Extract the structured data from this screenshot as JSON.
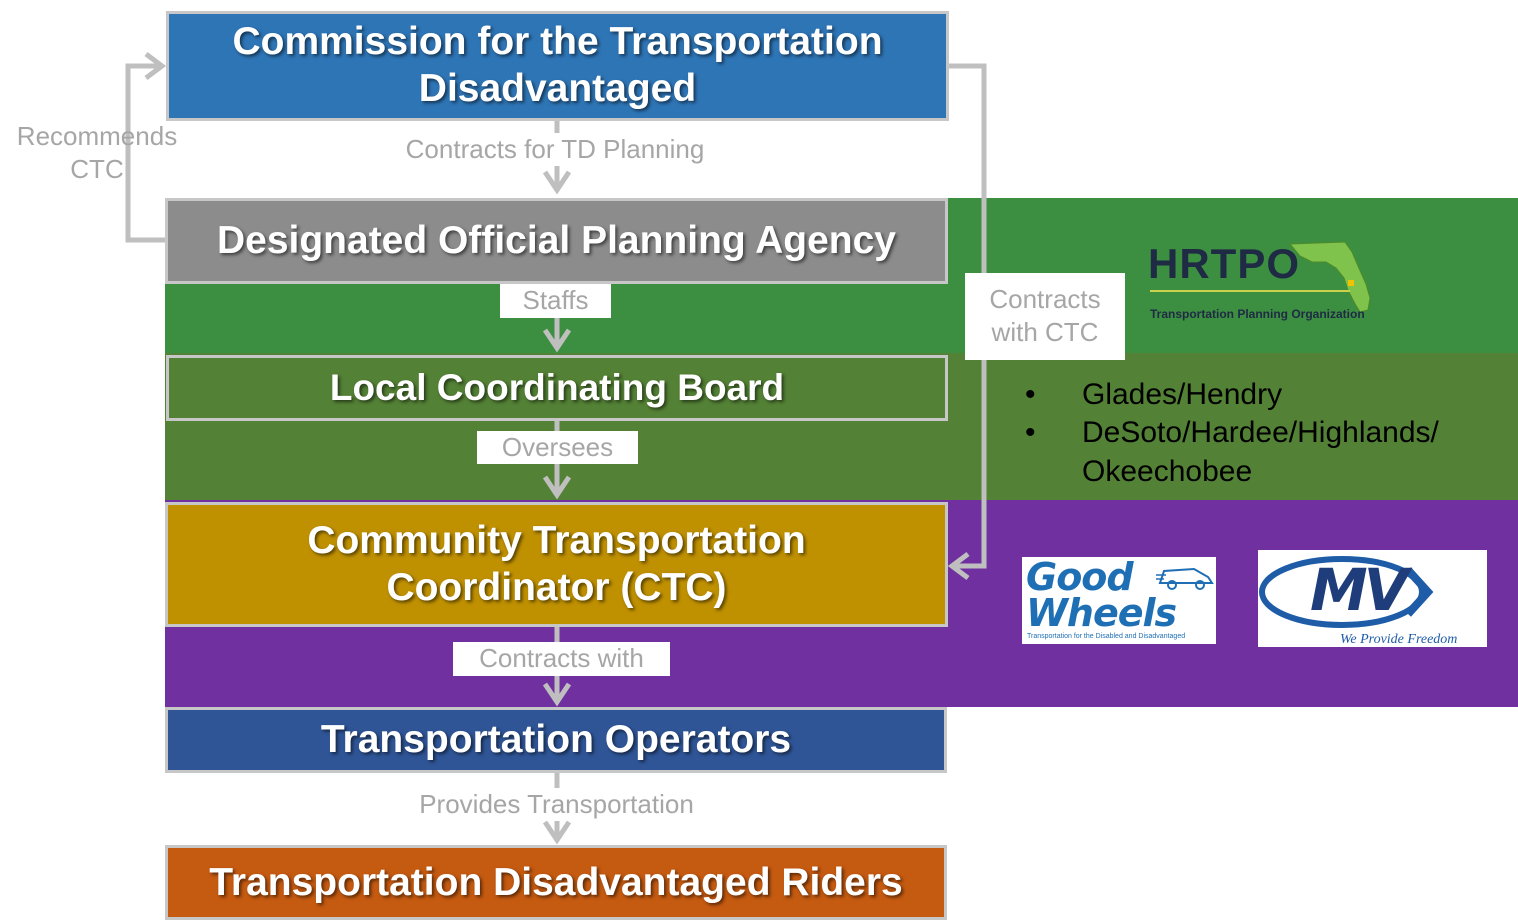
{
  "boxes": {
    "commission": "Commission for the Transportation Disadvantaged",
    "doa": "Designated Official Planning Agency",
    "lcb": "Local Coordinating Board",
    "ctc": "Community Transportation Coordinator (CTC)",
    "operators": "Transportation Operators",
    "riders": "Transportation Disadvantaged Riders"
  },
  "labels": {
    "recommends": "Recommends CTC",
    "contracts_td": "Contracts for TD Planning",
    "staffs": "Staffs",
    "oversees": "Oversees",
    "contracts_with_ctc": "Contracts with CTC",
    "contracts_with": "Contracts with",
    "provides": "Provides Transportation"
  },
  "lcb_list": [
    "Glades/Hendry",
    "DeSoto/Hardee/Highlands/ Okeechobee"
  ],
  "logos": {
    "hrtpo": {
      "name": "HRTPO",
      "subtitle": "Transportation Planning Organization"
    },
    "goodwheels": {
      "line1": "Good",
      "line2": "Wheels",
      "subtitle": "Transportation for the Disabled and Disadvantaged"
    },
    "mv": {
      "name": "MV",
      "tagline": "We Provide Freedom"
    }
  },
  "colors": {
    "commission": "#2e75b6",
    "doa": "#8c8c8c",
    "band_green": "#3c8f40",
    "band_olive": "#538135",
    "ctc": "#bf9000",
    "band_purple": "#7030a0",
    "operators": "#2f5597",
    "riders": "#c55a11",
    "connector": "#bfbfbf",
    "label_text": "#a6a6a6"
  }
}
